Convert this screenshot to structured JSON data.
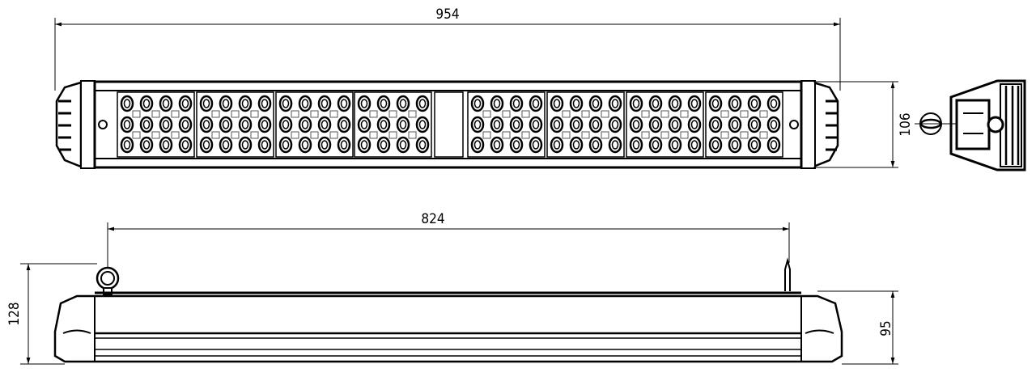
{
  "drawing": {
    "top_view": {
      "width_label": "954",
      "height_label": "106",
      "led_modules": 8,
      "led_columns_per_module": 4,
      "led_rows": 3
    },
    "side_view": {
      "mount_spacing_label": "824",
      "total_height_label": "128",
      "body_height_label": "95"
    }
  }
}
